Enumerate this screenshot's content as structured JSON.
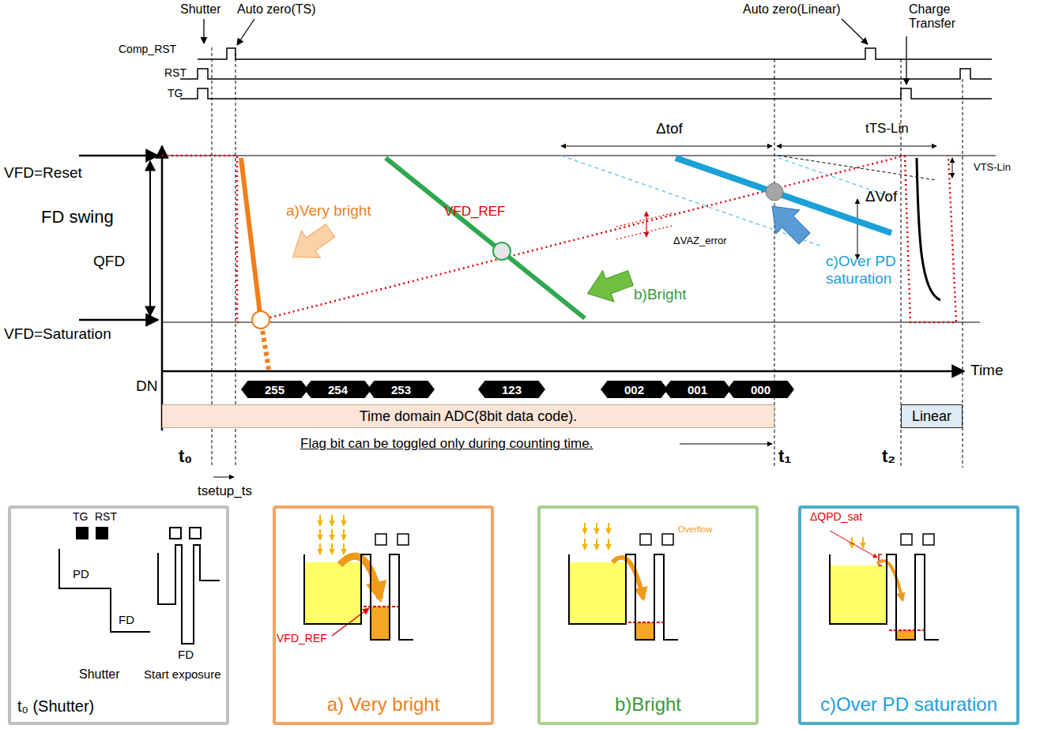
{
  "diagram": {
    "nodes": [
      {
        "text": [
          "Time domain  ADC(8bit data code)."
        ]
      },
      {
        "text": [
          "255"
        ]
      },
      {
        "text": [
          "254"
        ]
      },
      {
        "text": [
          "253"
        ]
      },
      {
        "text": [
          "123"
        ]
      },
      {
        "text": [
          "002"
        ]
      },
      {
        "text": [
          "001"
        ]
      },
      {
        "text": [
          "000"
        ]
      },
      {
        "text": [
          "Linear"
        ]
      },
      {
        "text": [
          "t₀ (Shutter)"
        ]
      },
      {
        "text": [
          "a) Very bright"
        ]
      },
      {
        "text": [
          "b)Bright"
        ]
      },
      {
        "text": [
          "c)Over PD saturation"
        ]
      }
    ],
    "labels": [
      "Comp_RST",
      "RST",
      "TG",
      "Shutter",
      "Auto zero(TS)",
      "Auto zero(Linear)",
      "Charge Transfer",
      "VFD=Reset",
      "FD swing",
      "QFD",
      "VFD=Saturation",
      "a)Very bright",
      "VFD_REF",
      "ΔVAZ_error",
      "b)Bright",
      "Δtof",
      "tTS-Lin",
      "VTS-Lin",
      "ΔVof",
      "c)Over PD saturation",
      "Time",
      "DN",
      "Flag bit can be toggled only during counting time.",
      "t₀",
      "tsetup_ts",
      "t₁",
      "t₂",
      "TG",
      "RST",
      "PD",
      "FD",
      "Shutter",
      "Start exposure",
      "FD",
      "VFD_REF",
      "Overflow",
      "ΔQPD_sat"
    ]
  }
}
